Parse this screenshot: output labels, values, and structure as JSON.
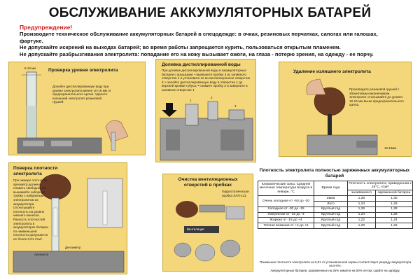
{
  "title": "ОБСЛУЖИВАНИЕ АККУМУЛЯТОРНЫХ БАТАРЕЙ",
  "warning": {
    "heading": "Предупреждение!",
    "lines": [
      "Производите техническое обслуживание аккумуляторных батарей в спецодежде: в очках, резиновых перчатках, сапогах или галошах, фартуке.",
      "Не допускайте искрений на выходах батарей; во время работы запрещается курить, пользоваться открытым пламенем.",
      "Не допускайте разбрызгивания электролита: попадание его на кожу вызывает ожоги, на глаза - потерю зрения, на одежду - ее порчу."
    ]
  },
  "panels": {
    "level": {
      "title": "Проверка уровня электролита",
      "text": "Долейте дистиллированную воду при уровне электролита менее 10-15 мм от предохранительного щитка. Удалите излишний электролит резиновой грушей.",
      "scale": "5-10 мм"
    },
    "topup": {
      "title": "Доливка дистиллированной воды",
      "text": "При доливке дистиллированной воды в аккумуляторные батареи с крышками: • выверните пробку 3 из заливного отверстия 1 и установите ее во вентиляционное отверстие 2; • залейте дистиллированную воду в отверстие 1 до верхней кромки тубуса; • снимите пробку 3 и заверните в заливное отверстие 1",
      "labels": [
        "1",
        "2",
        "3"
      ]
    },
    "remove": {
      "title": "Удаление излишнего электролита",
      "text": "Производите резиновой грушей с эбонитовым наконечником. Электролит отсасывайте до уровня 10-15 мм выше предохранительного щитка.",
      "scale": "10-15мм"
    },
    "density": {
      "title": "Поверка плотности электролита",
      "text": "При замере плотности ареометр должен плавать свободно. Не вынимайте заборную трубку с набранным электролитом из аккумулятора. Отсчитывайте плотность на уровне нижнего мениска. Разность плотностей электролита в аккумуляторах батареи по наименьшей плотности допускается не более 0,01 г/см³.",
      "labels": [
        "Денсиметр",
        "Ареометр"
      ]
    },
    "vent": {
      "title": "Очистка вентиляционных отверстий в пробках",
      "text": "Гидростатическая пробка ЭАП-131",
      "tag": "Вентиляция"
    }
  },
  "table": {
    "title": "Плотность электролита полностью заряженных аккумуляторных батарей",
    "headers": {
      "zone": "Климатические зоны. Средняя месячная температура воздуха в январе, °С",
      "season": "Время года",
      "density": "Плотность электролита, приведенная к 25°С, г/см³",
      "filled": "заливаемого",
      "charged": "заряженной батареи"
    },
    "rows": [
      {
        "zone": "Очень холодная от -50 до -30",
        "season": "Зима",
        "filled": "1,28",
        "charged": "1,30"
      },
      {
        "zone": "",
        "season": "Лето",
        "filled": "1,24",
        "charged": "1,26"
      },
      {
        "zone": "Холодная от -30 до -15",
        "season": "Круглый год",
        "filled": "1,26",
        "charged": "1,28"
      },
      {
        "zone": "Умеренная от -15 до -4",
        "season": "Круглый год",
        "filled": "1,24",
        "charged": "1,26"
      },
      {
        "zone": "Жаркая от -15 до +4",
        "season": "Круглый год",
        "filled": "1,22",
        "charged": "1,24"
      },
      {
        "zone": "Теплая влажная от +4 до +6",
        "season": "Круглый год",
        "filled": "1,20",
        "charged": "1,22"
      }
    ],
    "notes": [
      "Понижение плотности электролита на 0,01 от установленной нормы соответствует разряду аккумулятора на 5-6%.",
      "Аккумуляторные батареи, разряженные на 25% зимой и на 50% летом, сдайте на зарядку."
    ]
  },
  "colors": {
    "panel": "#f4d77a",
    "warning": "#d01818",
    "metal": "#9a9a9a",
    "bulb": "#6b3a22"
  }
}
